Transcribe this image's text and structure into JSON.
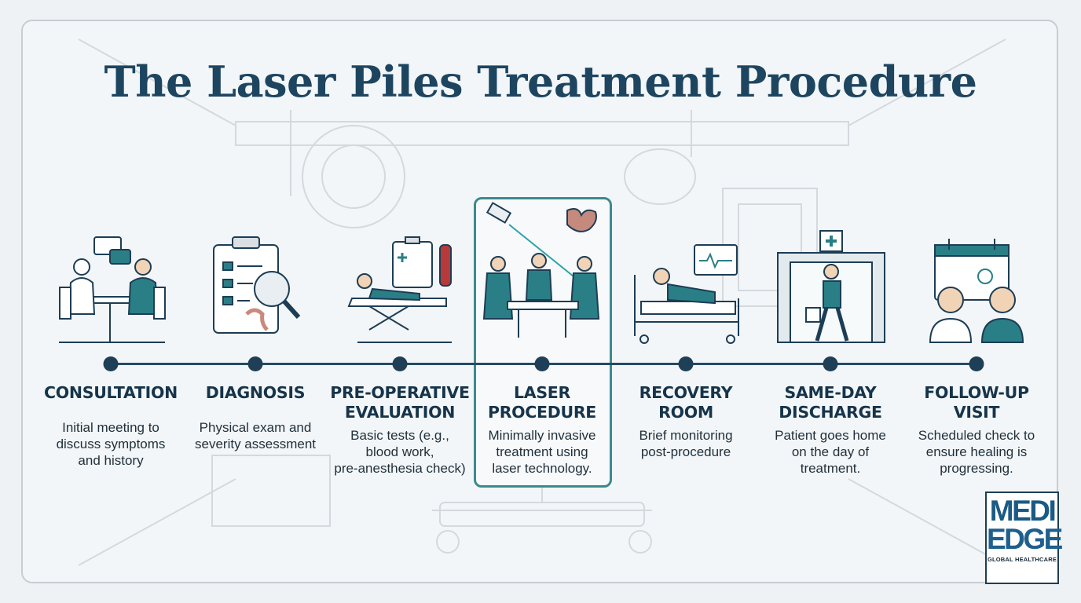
{
  "title": "The Laser Piles Treatment Procedure",
  "colors": {
    "navy": "#1d4560",
    "teal": "#2a7f86",
    "highlight_border": "#3b8a8d",
    "background": "#eef2f4"
  },
  "steps": [
    {
      "title_lines": [
        "CONSULTATION"
      ],
      "desc_lines": [
        "Initial meeting to",
        "discuss symptoms",
        "and history"
      ],
      "icon": "consultation-icon"
    },
    {
      "title_lines": [
        "DIAGNOSIS"
      ],
      "desc_lines": [
        "Physical exam and",
        "severity assessment"
      ],
      "icon": "diagnosis-icon"
    },
    {
      "title_lines": [
        "PRE-OPERATIVE",
        "EVALUATION"
      ],
      "desc_lines": [
        "Basic tests (e.g.,",
        "blood work,",
        "pre-anesthesia check)"
      ],
      "icon": "pre-op-evaluation-icon"
    },
    {
      "title_lines": [
        "LASER",
        "PROCEDURE"
      ],
      "desc_lines": [
        "Minimally invasive",
        "treatment using",
        "laser technology."
      ],
      "icon": "laser-procedure-icon",
      "highlighted": true
    },
    {
      "title_lines": [
        "RECOVERY",
        "ROOM"
      ],
      "desc_lines": [
        "Brief monitoring",
        "post-procedure"
      ],
      "icon": "recovery-room-icon"
    },
    {
      "title_lines": [
        "SAME-DAY",
        "DISCHARGE"
      ],
      "desc_lines": [
        "Patient goes home",
        "on the day of",
        "treatment."
      ],
      "icon": "discharge-icon"
    },
    {
      "title_lines": [
        "FOLLOW-UP",
        "VISIT"
      ],
      "desc_lines": [
        "Scheduled check to",
        "ensure healing is",
        "progressing."
      ],
      "icon": "follow-up-icon"
    }
  ],
  "logo": {
    "line1": "MEDI",
    "line2": "EDGE",
    "tagline": "GLOBAL HEALTHCARE"
  }
}
